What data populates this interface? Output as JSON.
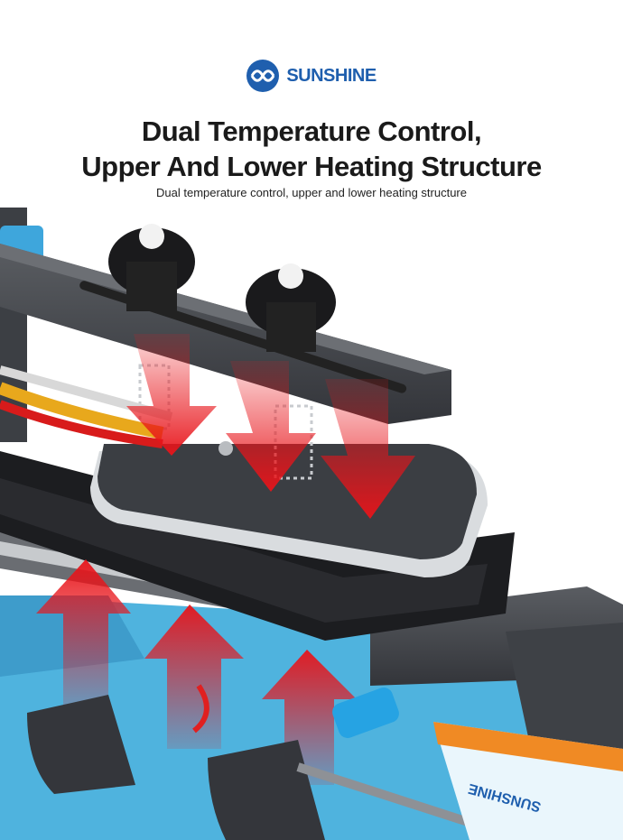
{
  "brand": {
    "name": "SUNSHINE",
    "color": "#1f5fae",
    "icon": "sunshine-logo-icon"
  },
  "heading": {
    "line1": "Dual Temperature Control,",
    "line2": "Upper And Lower Heating Structure"
  },
  "subheading": "Dual temperature control, upper and lower heating structure",
  "product_label": "SUNSHINE",
  "colors": {
    "base": "#4fb3de",
    "metal": "#4a4d52",
    "arrow": "#e8141a",
    "orange_label": "#f08a24"
  }
}
